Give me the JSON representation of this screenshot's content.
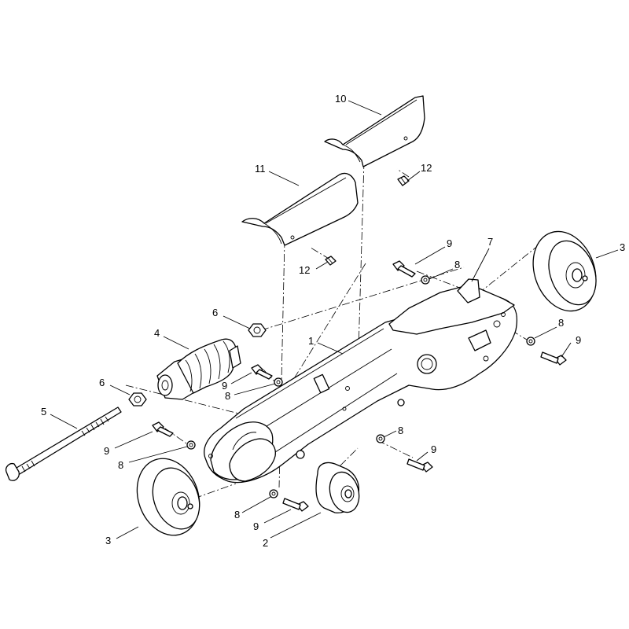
{
  "callouts": [
    {
      "id": "c10a",
      "text": "10"
    },
    {
      "id": "c11",
      "text": "11"
    },
    {
      "id": "c12a",
      "text": "12"
    },
    {
      "id": "c12b",
      "text": "12"
    },
    {
      "id": "c9a",
      "text": "9"
    },
    {
      "id": "c8a",
      "text": "8"
    },
    {
      "id": "c7",
      "text": "7"
    },
    {
      "id": "c3a",
      "text": "3"
    },
    {
      "id": "c6a",
      "text": "6"
    },
    {
      "id": "c4",
      "text": "4"
    },
    {
      "id": "c1",
      "text": "1"
    },
    {
      "id": "c8b",
      "text": "8"
    },
    {
      "id": "c9b",
      "text": "9"
    },
    {
      "id": "c9c",
      "text": "9"
    },
    {
      "id": "c8c",
      "text": "8"
    },
    {
      "id": "c6b",
      "text": "6"
    },
    {
      "id": "c5",
      "text": "5"
    },
    {
      "id": "c9d",
      "text": "9"
    },
    {
      "id": "c8d",
      "text": "8"
    },
    {
      "id": "c8e",
      "text": "8"
    },
    {
      "id": "c9e",
      "text": "9"
    },
    {
      "id": "c3b",
      "text": "3"
    },
    {
      "id": "c8f",
      "text": "8"
    },
    {
      "id": "c9f",
      "text": "9"
    },
    {
      "id": "c2",
      "text": "2"
    }
  ]
}
